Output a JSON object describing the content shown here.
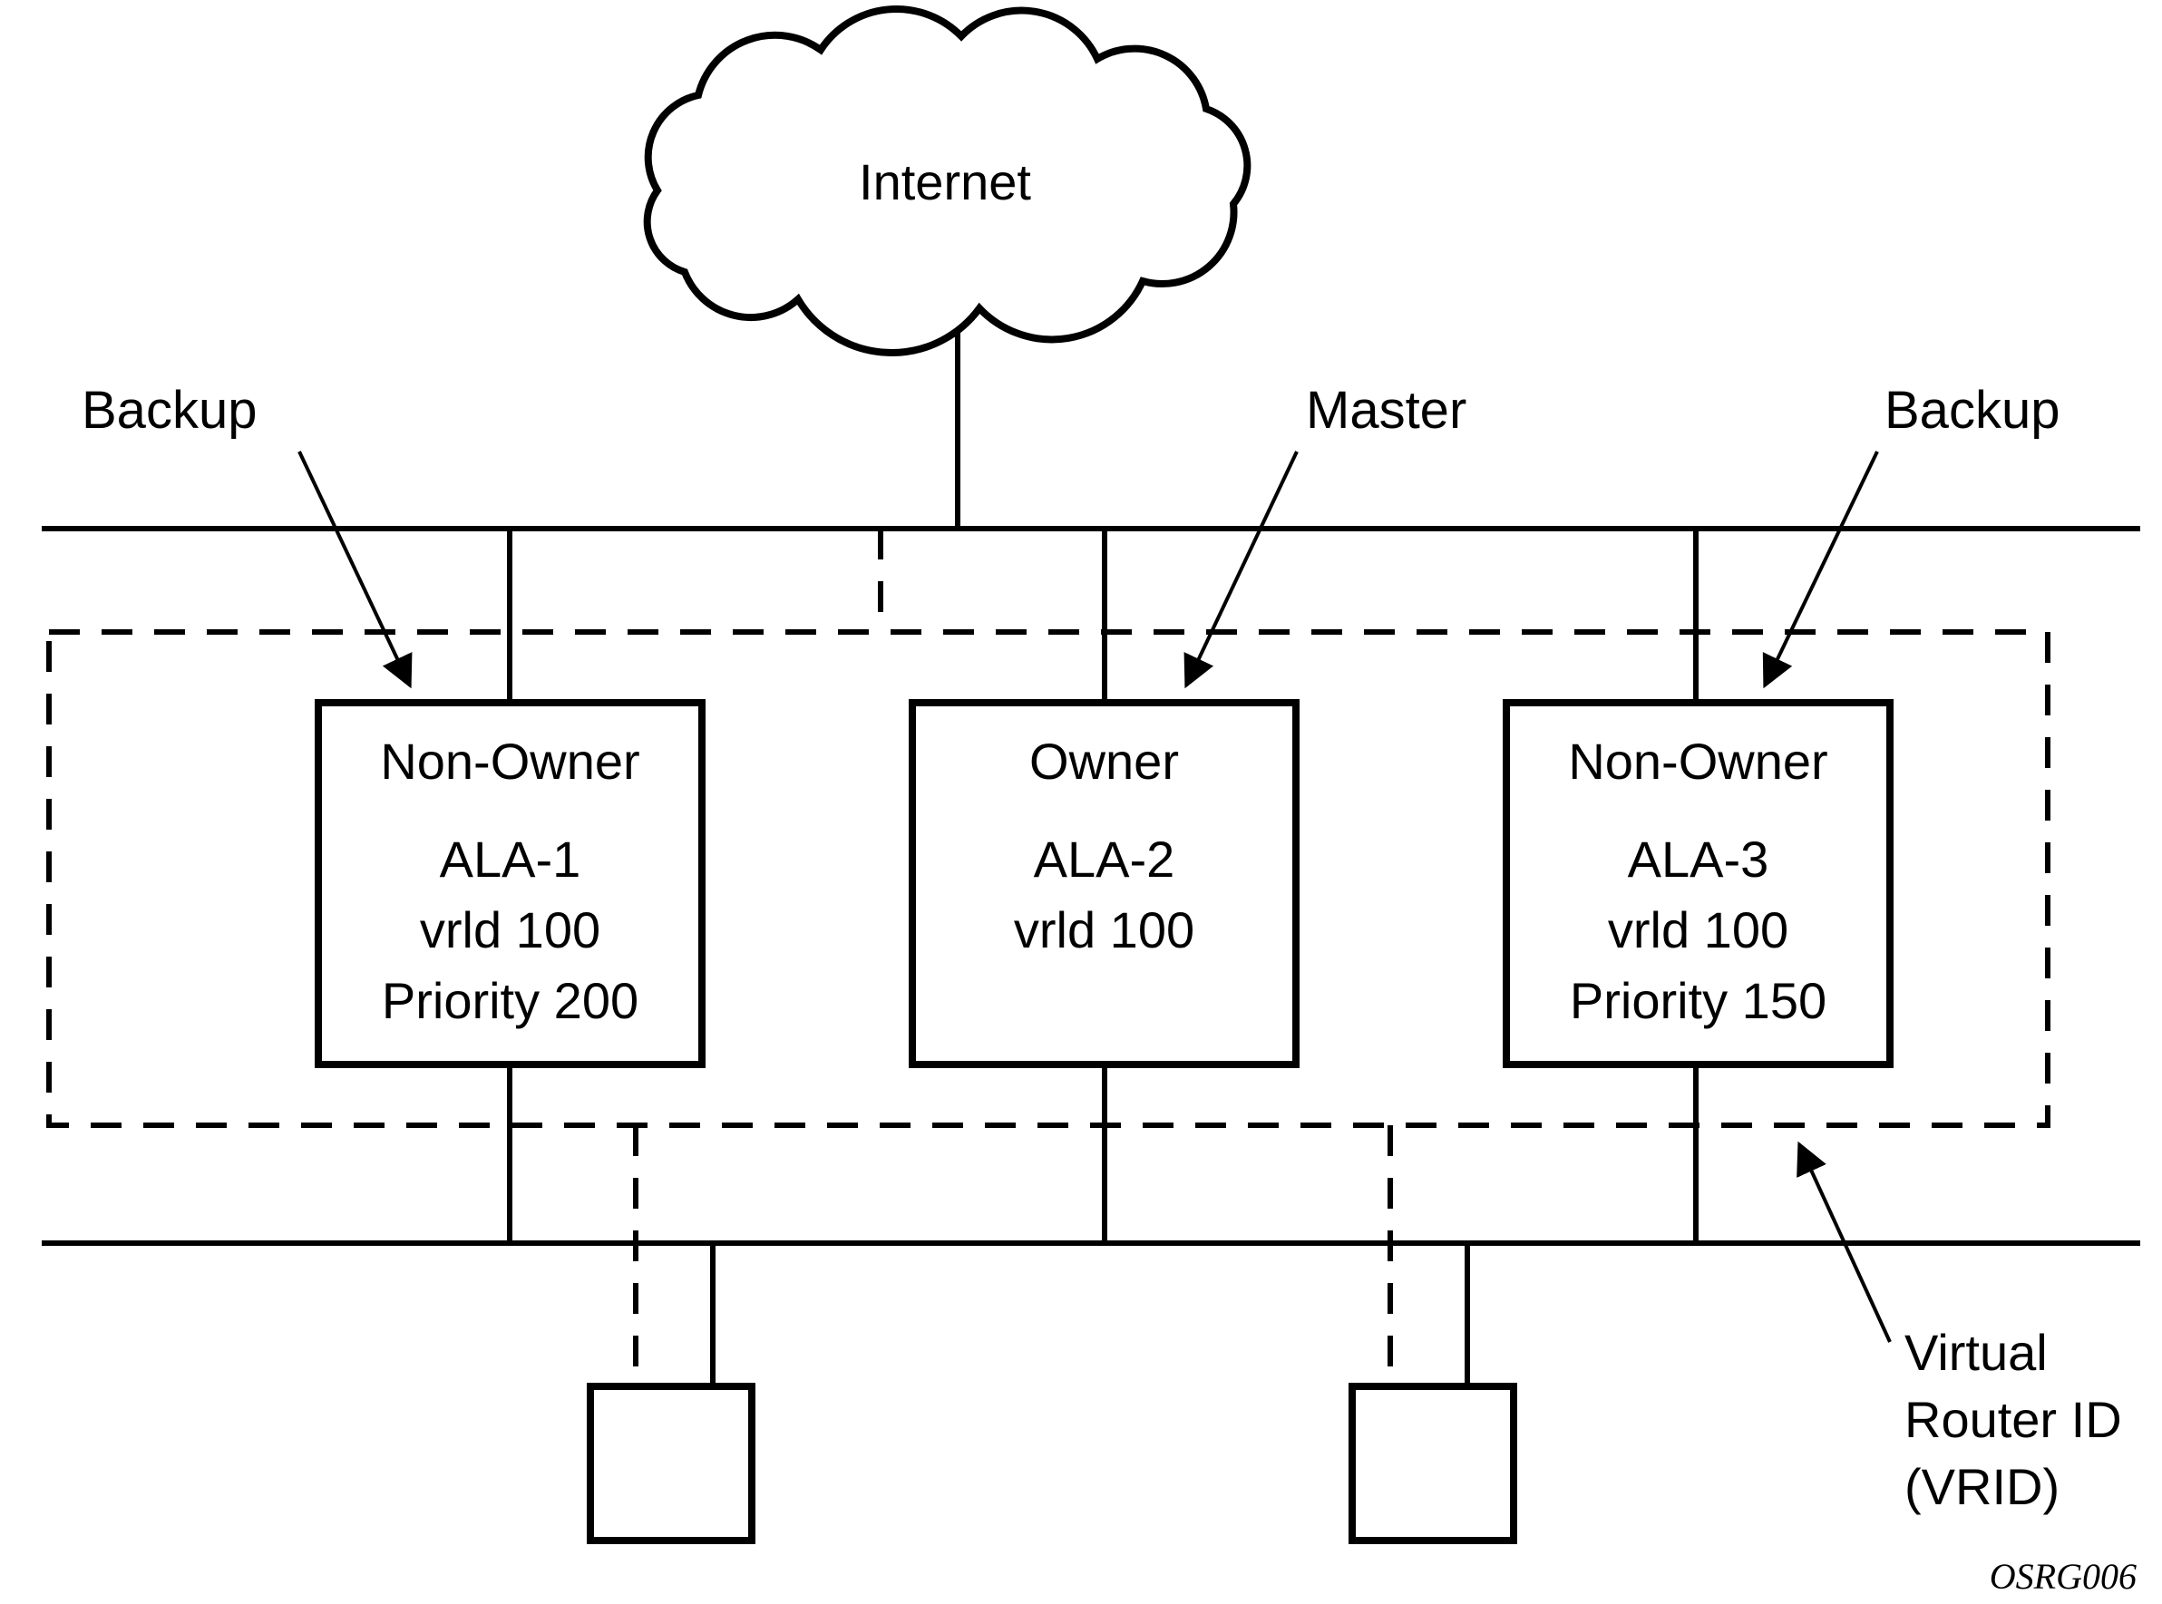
{
  "cloud": {
    "label": "Internet"
  },
  "callouts": {
    "backup_left": "Backup",
    "master": "Master",
    "backup_right": "Backup",
    "vrid": "Virtual\nRouter ID\n(VRID)"
  },
  "routers": [
    {
      "role": "Non-Owner",
      "name": "ALA-1",
      "vrid": "vrld 100",
      "priority": "Priority 200"
    },
    {
      "role": "Owner",
      "name": "ALA-2",
      "vrid": "vrld 100",
      "priority": ""
    },
    {
      "role": "Non-Owner",
      "name": "ALA-3",
      "vrid": "vrld 100",
      "priority": "Priority 150"
    }
  ],
  "watermark": "OSRG006",
  "colors": {
    "line": "#000000",
    "background": "#ffffff"
  }
}
